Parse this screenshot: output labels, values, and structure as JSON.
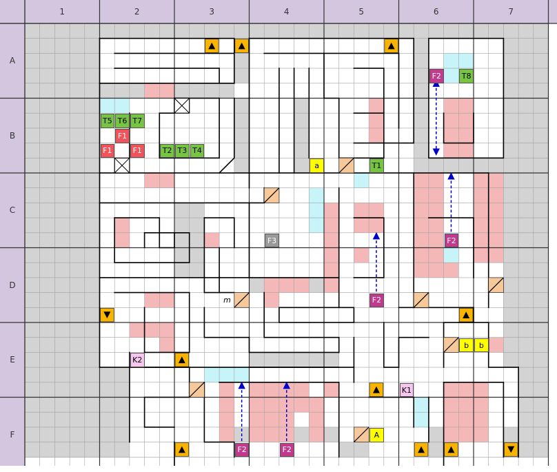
{
  "map": {
    "columns": [
      "1",
      "2",
      "3",
      "4",
      "5",
      "6",
      "7"
    ],
    "rows": [
      "A",
      "B",
      "C",
      "D",
      "E",
      "F"
    ]
  },
  "colors": {
    "header_bg": "#d4c6de",
    "floor": "#ffffff",
    "rock": "#d3d3d3",
    "wall": "#000000",
    "grid": "#a0a0a0",
    "damage": "#f5b8b8",
    "water": "#c6f4f9",
    "stairs": "#f8b400",
    "door": "#f7c89a",
    "arrow": "#0000cc"
  },
  "labels": {
    "T1": "T1",
    "T2": "T2",
    "T3": "T3",
    "T4": "T4",
    "T5": "T5",
    "T6": "T6",
    "T7": "T7",
    "T8": "T8",
    "F1": "F1",
    "F2": "F2",
    "F3": "F3",
    "a": "a",
    "A": "A",
    "b": "b",
    "K1": "K1",
    "K2": "K2",
    "m": "m"
  },
  "icons": {
    "stairs_up": "triangle-up-icon",
    "stairs_down": "triangle-down-icon",
    "door": "diagonal-door-icon",
    "pit": "cross-box-icon",
    "teleport": "dashed-double-arrow-icon"
  }
}
